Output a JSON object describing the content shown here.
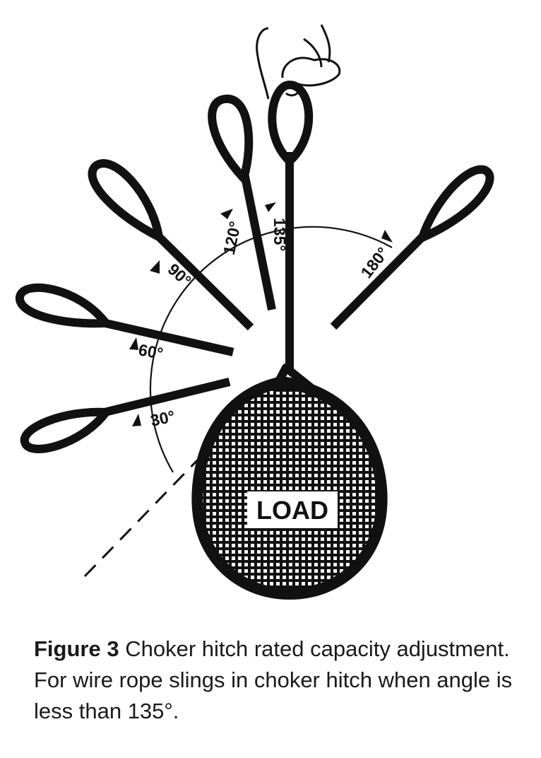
{
  "figure": {
    "load_label": "LOAD",
    "angles": [
      {
        "id": "30",
        "label": "30°"
      },
      {
        "id": "60",
        "label": "60°"
      },
      {
        "id": "90",
        "label": "90°"
      },
      {
        "id": "120",
        "label": "120°"
      },
      {
        "id": "135",
        "label": "135°"
      },
      {
        "id": "180",
        "label": "180°"
      }
    ]
  },
  "caption": {
    "prefix": "Figure 3",
    "text": " Choker hitch rated capacity adjustment. For wire rope slings in choker hitch when angle is less than 135°."
  }
}
